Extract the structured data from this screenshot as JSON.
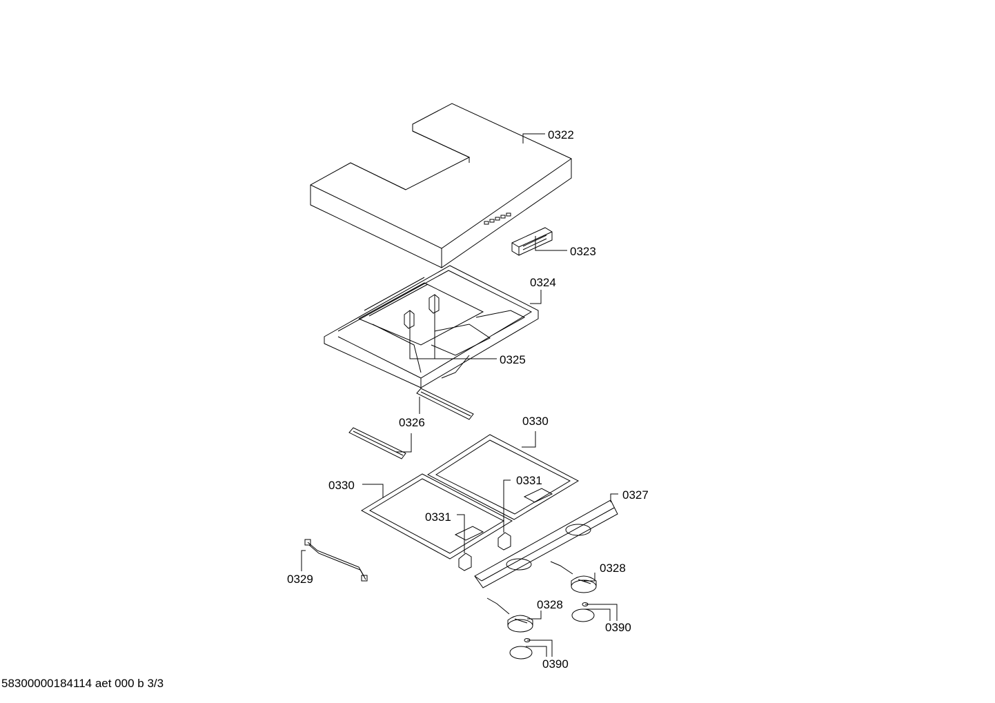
{
  "diagram": {
    "labels": {
      "p0322": "0322",
      "p0323": "0323",
      "p0324": "0324",
      "p0325": "0325",
      "p0326": "0326",
      "p0330_top": "0330",
      "p0330_left": "0330",
      "p0331_right": "0331",
      "p0331_left": "0331",
      "p0327": "0327",
      "p0329": "0329",
      "p0328_right": "0328",
      "p0328_left": "0328",
      "p0390_right": "0390",
      "p0390_left": "0390"
    }
  },
  "footer": {
    "document_id": "58300000184114 aet 000 b 3/3"
  }
}
